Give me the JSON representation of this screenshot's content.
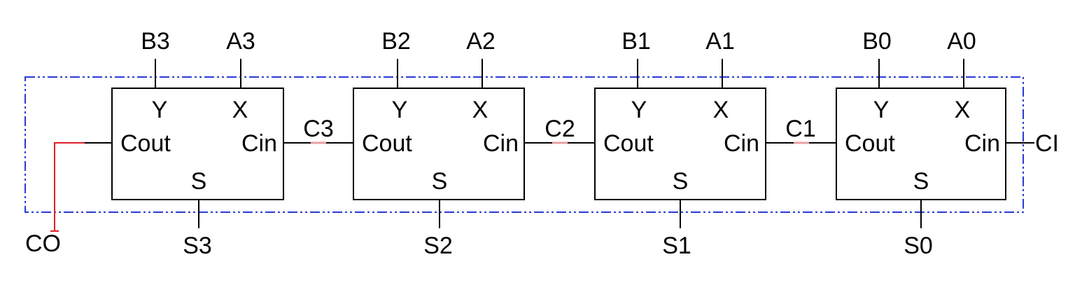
{
  "colors": {
    "wire": "#000000",
    "box": "#000000",
    "boundary": "#2a3bd6",
    "carry_out_wire": "#e0202a",
    "carry_dash": "#e8a0a0"
  },
  "adders": [
    {
      "id": "fa3",
      "input_b": "B3",
      "input_a": "A3",
      "port_y": "Y",
      "port_x": "X",
      "port_cout": "Cout",
      "port_cin": "Cin",
      "port_s": "S",
      "output_s": "S3"
    },
    {
      "id": "fa2",
      "input_b": "B2",
      "input_a": "A2",
      "port_y": "Y",
      "port_x": "X",
      "port_cout": "Cout",
      "port_cin": "Cin",
      "port_s": "S",
      "output_s": "S2"
    },
    {
      "id": "fa1",
      "input_b": "B1",
      "input_a": "A1",
      "port_y": "Y",
      "port_x": "X",
      "port_cout": "Cout",
      "port_cin": "Cin",
      "port_s": "S",
      "output_s": "S1"
    },
    {
      "id": "fa0",
      "input_b": "B0",
      "input_a": "A0",
      "port_y": "Y",
      "port_x": "X",
      "port_cout": "Cout",
      "port_cin": "Cin",
      "port_s": "S",
      "output_s": "S0"
    }
  ],
  "carries": [
    "C3",
    "C2",
    "C1"
  ],
  "carry_out": "CO",
  "carry_in": "CI"
}
